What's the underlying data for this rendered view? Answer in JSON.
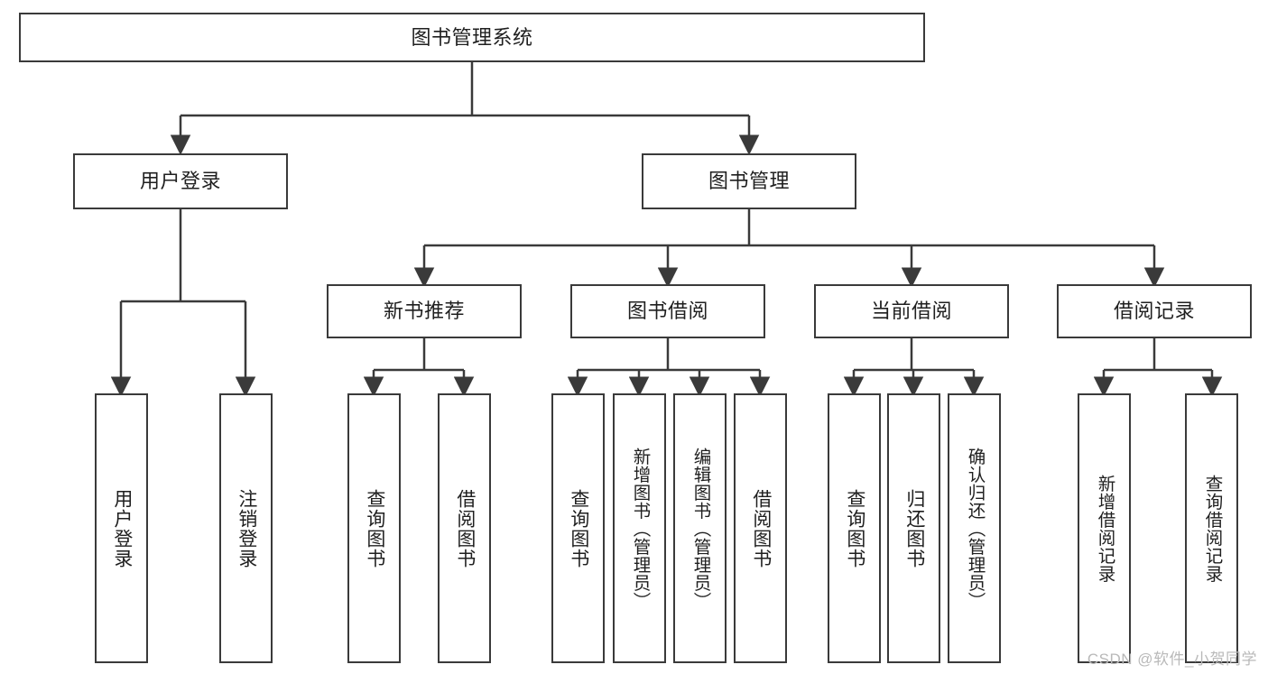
{
  "diagram": {
    "title": "图书管理系统",
    "type": "tree",
    "watermark": "CSDN @软件_小贺同学",
    "colors": {
      "box_border": "#3a3a3a",
      "box_fill": "#ffffff",
      "connector": "#3a3a3a",
      "text": "#1f1f1f",
      "watermark": "#b9b9b9"
    },
    "nodes": {
      "root": {
        "label": "图书管理系统"
      },
      "level1": [
        {
          "label": "用户登录"
        },
        {
          "label": "图书管理"
        }
      ],
      "level2": [
        {
          "label": "新书推荐"
        },
        {
          "label": "图书借阅"
        },
        {
          "label": "当前借阅"
        },
        {
          "label": "借阅记录"
        }
      ],
      "leaves": {
        "user_login": [
          {
            "label": "用户登录"
          },
          {
            "label": "注销登录"
          }
        ],
        "new_book": [
          {
            "label": "查询图书"
          },
          {
            "label": "借阅图书"
          }
        ],
        "book_borrow": [
          {
            "label": "查询图书"
          },
          {
            "label": "新增图书（管理员）"
          },
          {
            "label": "编辑图书（管理员）"
          },
          {
            "label": "借阅图书"
          }
        ],
        "current_borrow": [
          {
            "label": "查询图书"
          },
          {
            "label": "归还图书"
          },
          {
            "label": "确认归还（管理员）"
          }
        ],
        "borrow_record": [
          {
            "label": "新增借阅记录"
          },
          {
            "label": "查询借阅记录"
          }
        ]
      }
    }
  }
}
